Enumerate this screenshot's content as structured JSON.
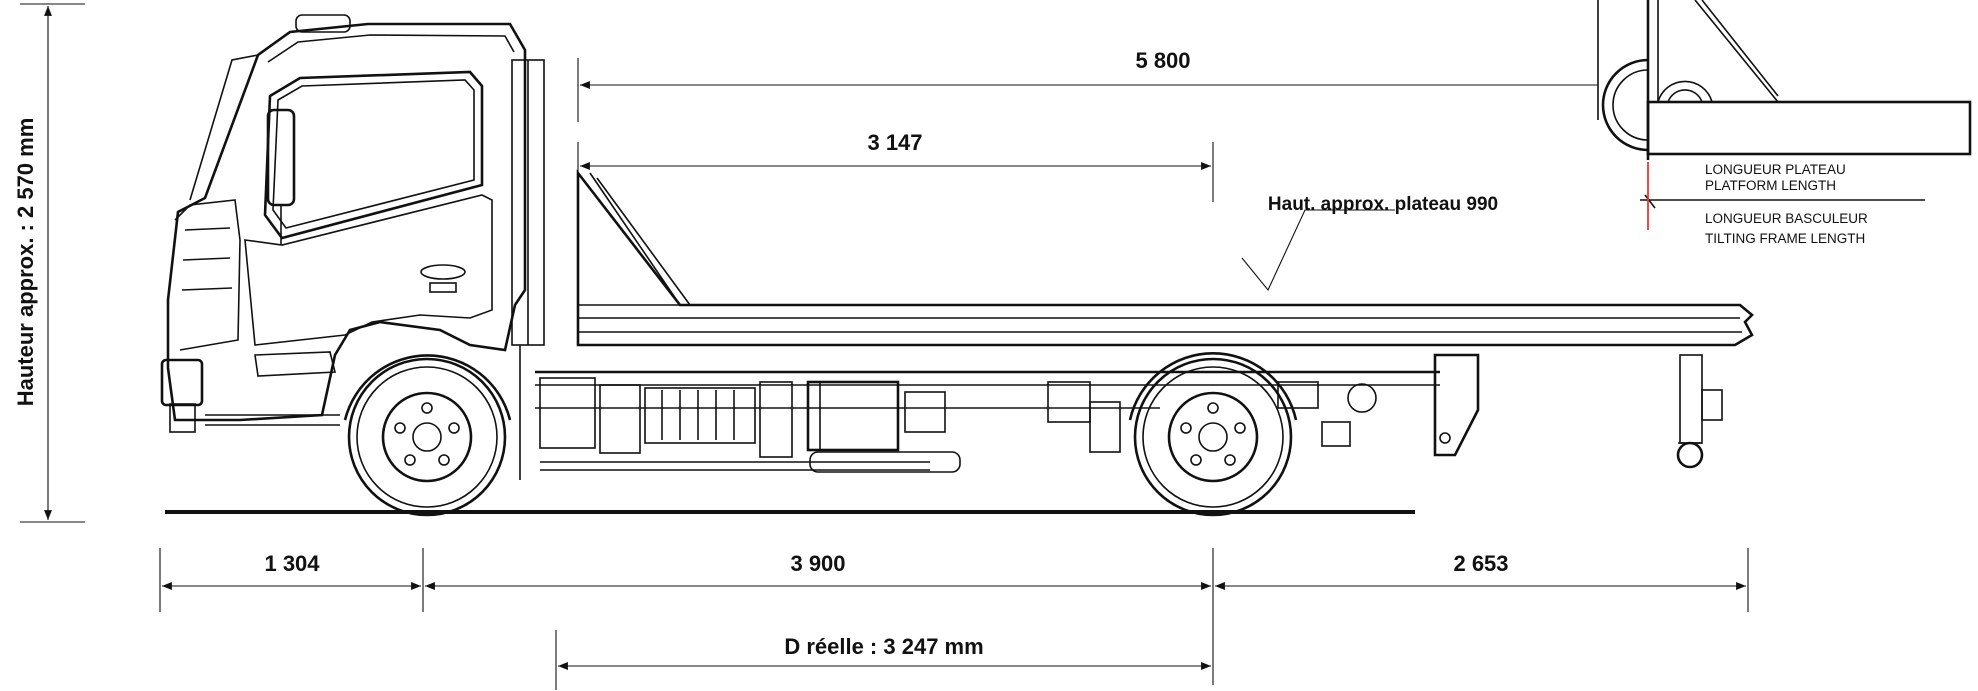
{
  "dimensions": {
    "height": "Hauteur approx. : 2 570 mm",
    "total_length": "5 800",
    "platform_length": "3 147",
    "platform_height": "Haut. approx. plateau 990",
    "front_overhang": "1 304",
    "wheelbase": "3 900",
    "rear_overhang": "2 653",
    "real_distance": "D réelle : 3 247 mm"
  },
  "legend": {
    "platform_fr": "LONGUEUR PLATEAU",
    "platform_en": "PLATFORM LENGTH",
    "tilting_fr": "LONGUEUR BASCULEUR",
    "tilting_en": "TILTING FRAME LENGTH",
    "legend_color": "#e53935"
  }
}
